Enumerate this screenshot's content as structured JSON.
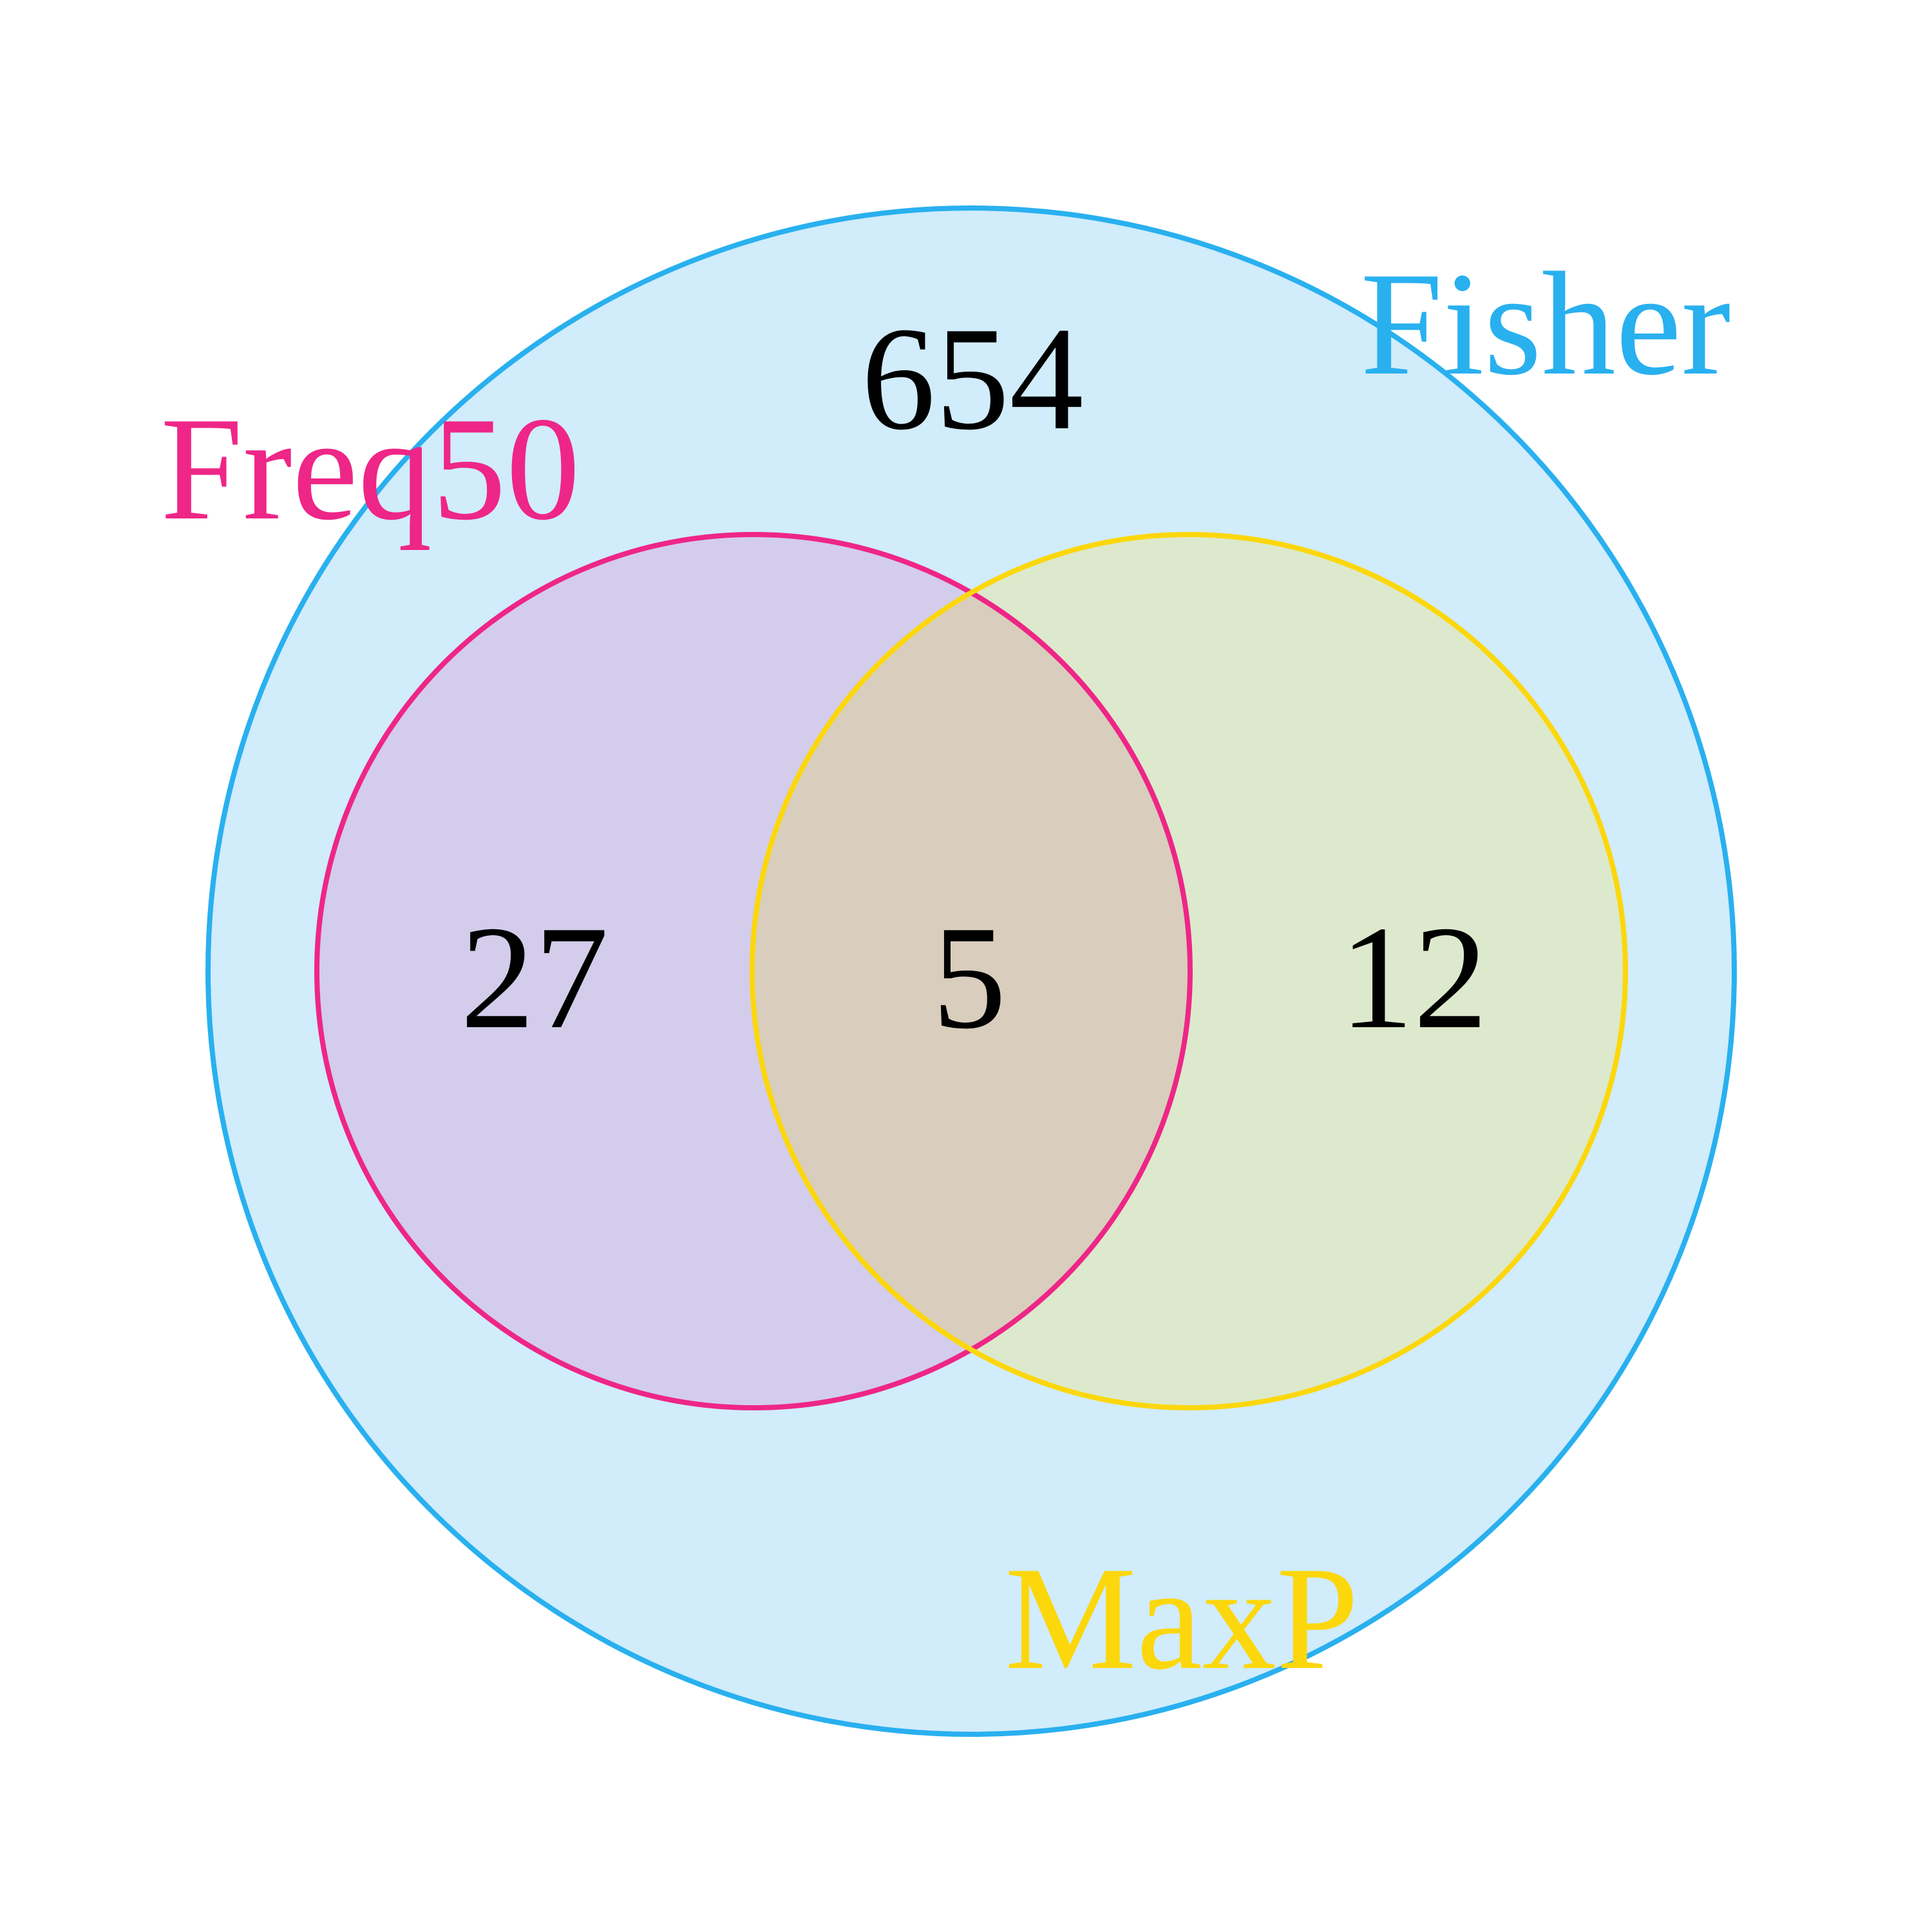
{
  "sets": {
    "fisher": {
      "label": "Fisher",
      "color": "#29b0ef",
      "fill": "#d1ecfb"
    },
    "freq50": {
      "label": "Freq50",
      "color": "#ee2687",
      "fill": "#a46fd0"
    },
    "maxp": {
      "label": "MaxP",
      "color": "#fcd70c",
      "fill": "#e8e7a4"
    }
  },
  "regions": {
    "fisher_only": "654",
    "freq50_only": "27",
    "freq50_maxp": "5",
    "maxp_only": "12"
  },
  "text_color": "#000000"
}
